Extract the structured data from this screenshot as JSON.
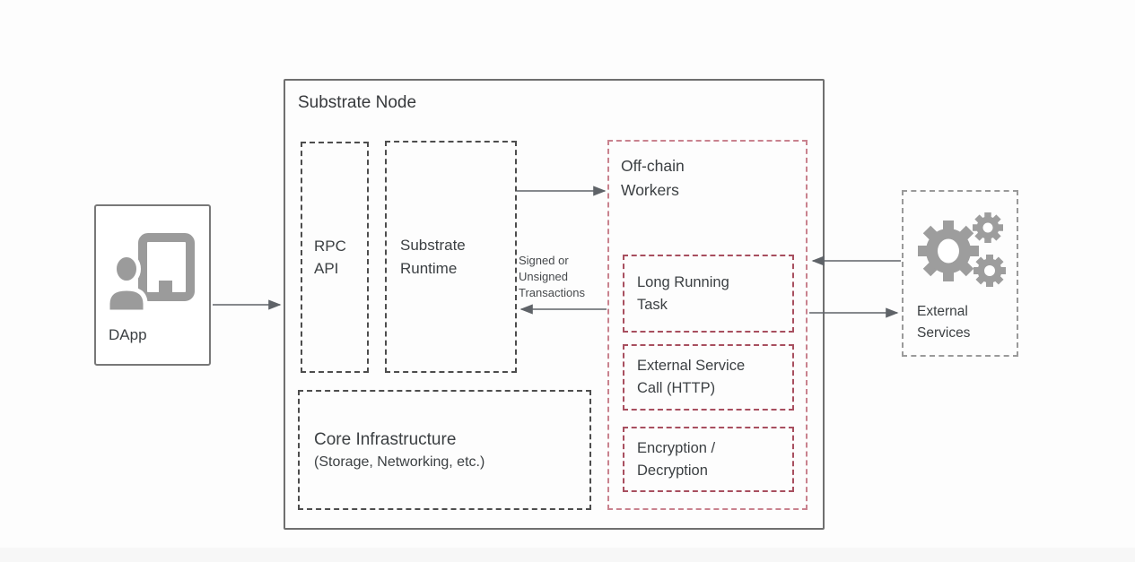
{
  "diagram": {
    "dapp": {
      "label": "DApp"
    },
    "substrate_node": {
      "title": "Substrate Node",
      "rpc_api": {
        "label": "RPC\nAPI"
      },
      "runtime": {
        "label": "Substrate\nRuntime"
      },
      "core_infrastructure": {
        "title": "Core Infrastructure",
        "subtitle": "(Storage, Networking, etc.)"
      },
      "offchain_workers": {
        "title": "Off-chain\nWorkers",
        "items": [
          {
            "label": "Long Running\nTask"
          },
          {
            "label": "External Service\nCall (HTTP)"
          },
          {
            "label": "Encryption /\nDecryption"
          }
        ]
      }
    },
    "external_services": {
      "label": "External\nServices"
    },
    "annotations": {
      "transactions": "Signed or\nUnsigned\nTransactions"
    },
    "icons": {
      "dapp": "presenter-icon",
      "external_services": "gears-icon"
    },
    "colors": {
      "text": "#3c4043",
      "solid_border": "#6f6f6f",
      "dashed_dark": "#4d4d4d",
      "dashed_pink": "#c9828e",
      "dashed_red": "#a84f5f",
      "arrow": "#5f6368",
      "icon_gray": "#9d9d9d"
    }
  }
}
